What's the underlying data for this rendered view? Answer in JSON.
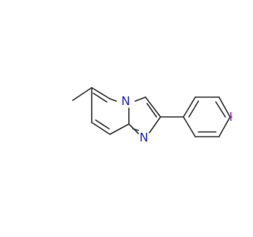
{
  "molecule": {
    "atoms": {
      "n_bridge": {
        "symbol": "N",
        "color": "#2525c8"
      },
      "n_imine": {
        "symbol": "N",
        "color": "#2525c8"
      },
      "iodine": {
        "symbol": "I",
        "color": "#8e2ac4"
      }
    },
    "bond_color": "#3a3a3a"
  }
}
